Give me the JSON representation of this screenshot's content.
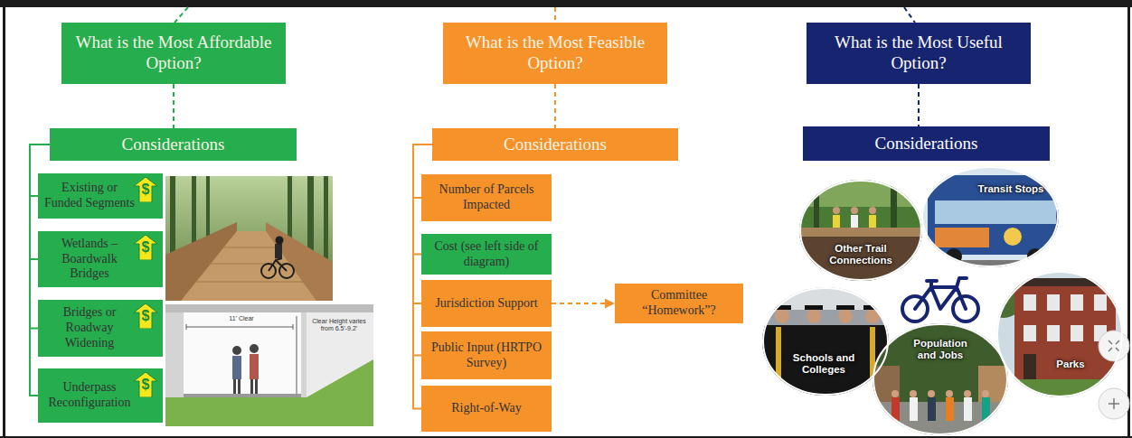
{
  "diagram": {
    "nodes": [
      {
        "text": [
          "What is the Most Affordable Option?"
        ]
      },
      {
        "text": [
          "Considerations"
        ]
      },
      {
        "text": [
          "Existing or Funded Segments"
        ]
      },
      {
        "text": [
          "Wetlands – Boardwalk Bridges"
        ]
      },
      {
        "text": [
          "Bridges or Roadway Widening"
        ]
      },
      {
        "text": [
          "Underpass Reconfiguration"
        ]
      },
      {
        "text": [
          "What is the Most Feasible Option?"
        ]
      },
      {
        "text": [
          "Considerations"
        ]
      },
      {
        "text": [
          "Number of Parcels Impacted"
        ]
      },
      {
        "text": [
          "Cost (see left side of diagram)"
        ]
      },
      {
        "text": [
          "Jurisdiction Support"
        ]
      },
      {
        "text": [
          "Public Input (HRTPO Survey)"
        ]
      },
      {
        "text": [
          "Right-of-Way"
        ]
      },
      {
        "text": [
          "Committee “Homework”?"
        ]
      },
      {
        "text": [
          "What is the Most Useful Option?"
        ]
      },
      {
        "text": [
          "Considerations"
        ]
      },
      {
        "text": [
          "Other Trail Connections"
        ]
      },
      {
        "text": [
          "Transit Stops"
        ]
      },
      {
        "text": [
          "Schools and Colleges"
        ]
      },
      {
        "text": [
          "Population and Jobs"
        ]
      },
      {
        "text": [
          "Parks"
        ]
      }
    ],
    "edges": [
      {
        "from": 0,
        "to": 1,
        "arrow": "none"
      },
      {
        "from": 1,
        "to": 2,
        "arrow": "none"
      },
      {
        "from": 1,
        "to": 3,
        "arrow": "none"
      },
      {
        "from": 1,
        "to": 4,
        "arrow": "none"
      },
      {
        "from": 1,
        "to": 5,
        "arrow": "none"
      },
      {
        "from": 6,
        "to": 7,
        "arrow": "none"
      },
      {
        "from": 7,
        "to": 8,
        "arrow": "none"
      },
      {
        "from": 7,
        "to": 9,
        "arrow": "none"
      },
      {
        "from": 7,
        "to": 10,
        "arrow": "none"
      },
      {
        "from": 7,
        "to": 11,
        "arrow": "none"
      },
      {
        "from": 7,
        "to": 12,
        "arrow": "none"
      },
      {
        "from": 10,
        "to": 13,
        "arrow": "to"
      },
      {
        "from": 14,
        "to": 15,
        "arrow": "none"
      }
    ],
    "labels": [
      "$",
      "$",
      "$",
      "$",
      "11' Clear",
      "Clear Height varies from 6.5'-9.2'"
    ]
  }
}
